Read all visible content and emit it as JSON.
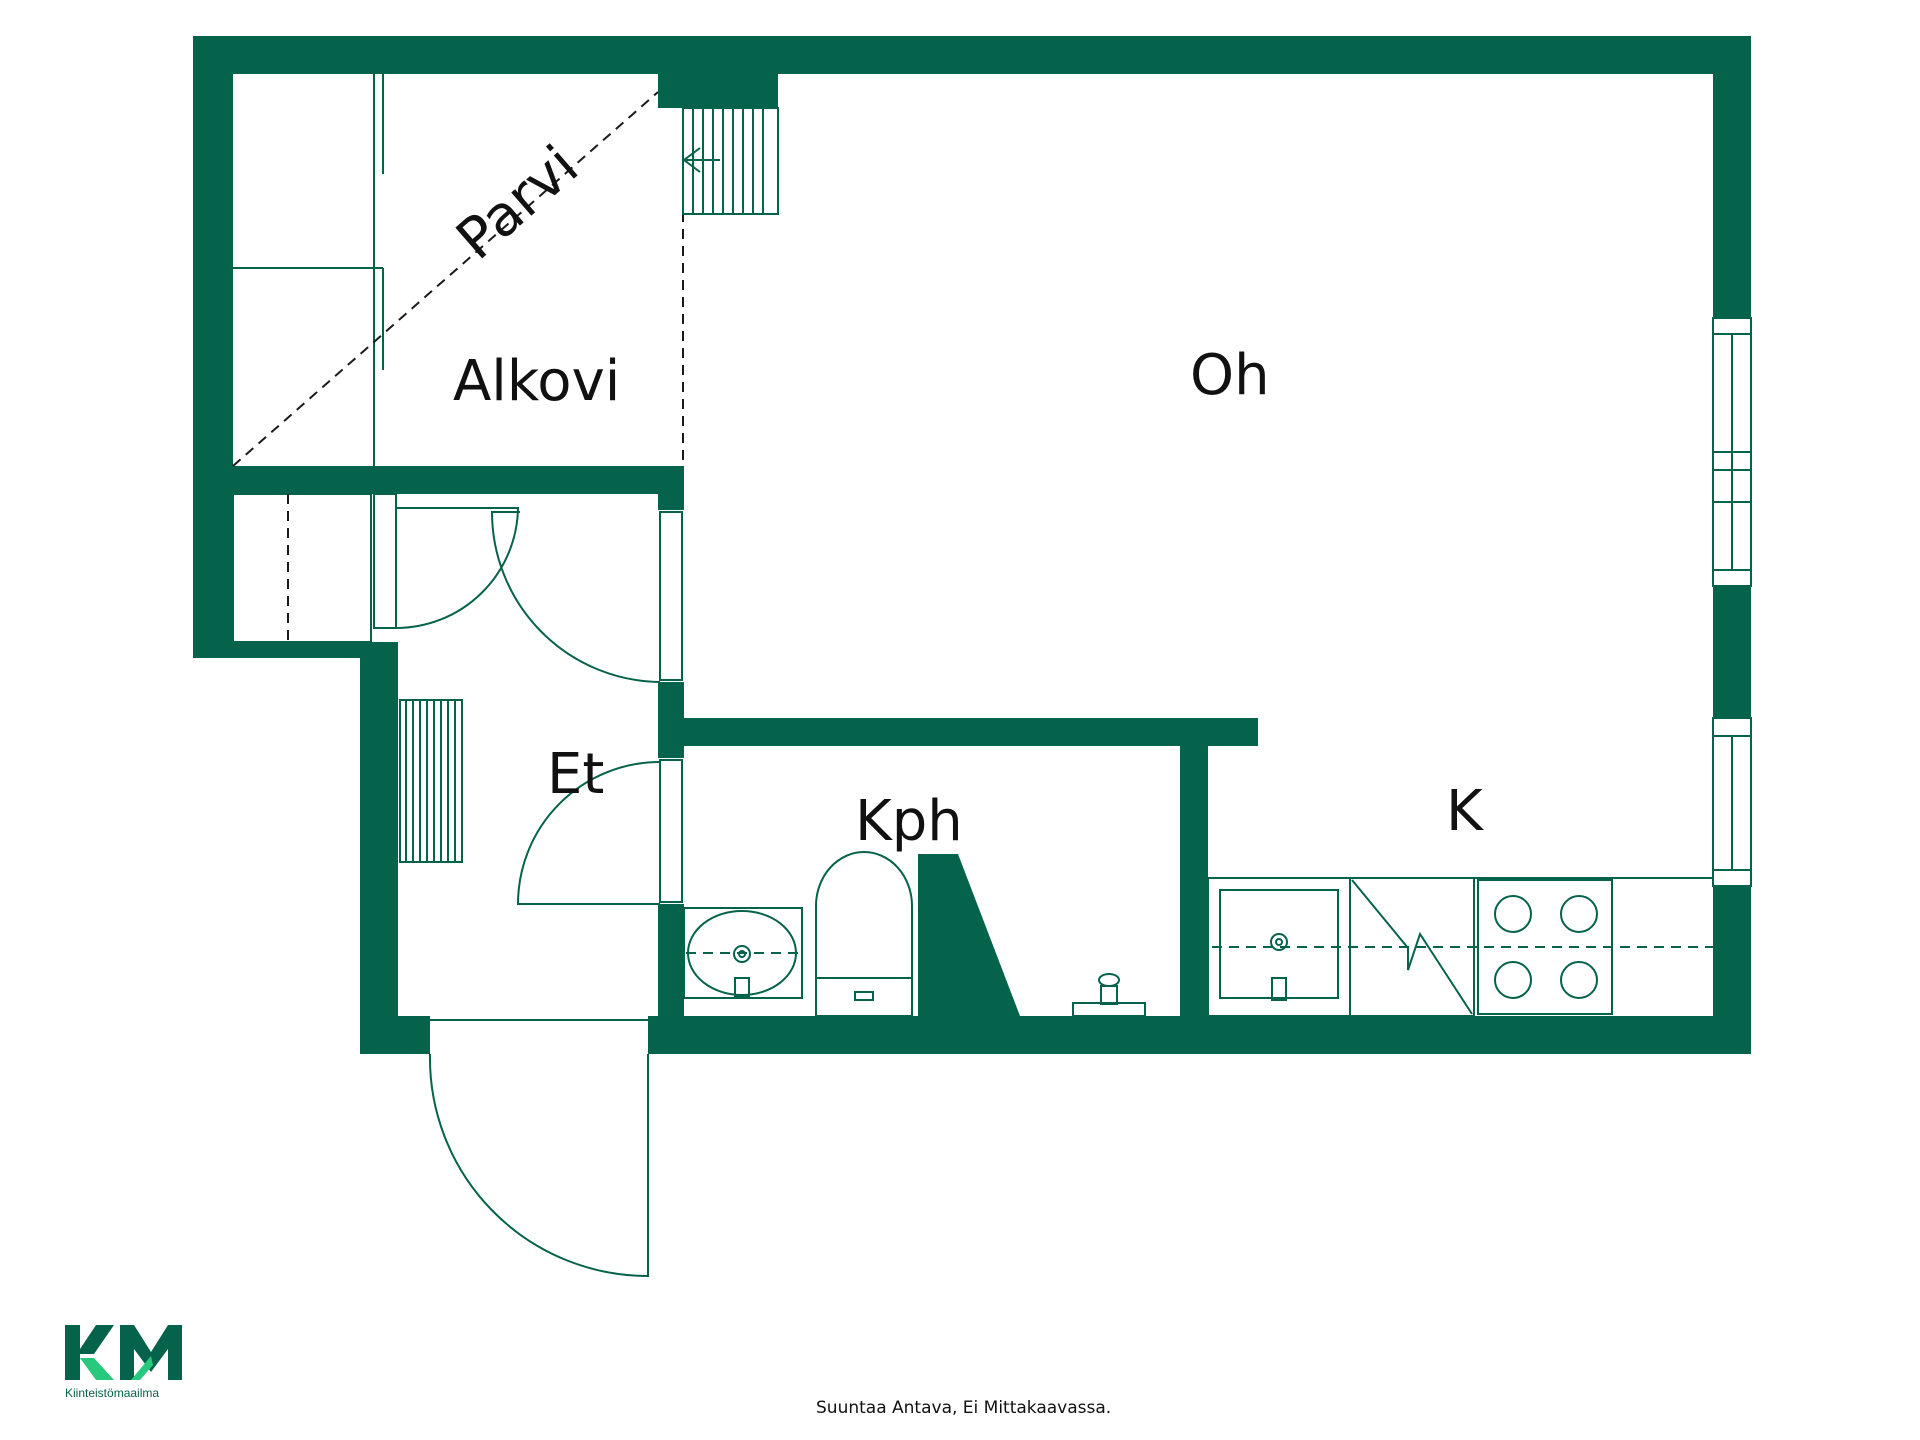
{
  "rooms": {
    "parvi": "Parvi",
    "alkovi": "Alkovi",
    "oh": "Oh",
    "et": "Et",
    "kph": "Kph",
    "k": "K"
  },
  "footer": {
    "note": "Suuntaa Antava, Ei Mittakaavassa."
  },
  "logo": {
    "letters": "KM",
    "brand_name": "Kiinteistömaailma",
    "colors": {
      "dark": "#05624b",
      "accent": "#27c97c"
    }
  },
  "colors": {
    "wall": "#05624b",
    "background": "#ffffff"
  }
}
